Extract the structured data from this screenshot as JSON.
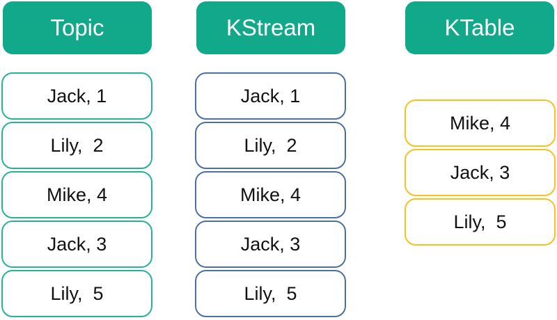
{
  "colors": {
    "header_bg": "#12a88a",
    "topic_border": "#26b19a",
    "kstream_border": "#4a6fa5",
    "ktable_border": "#f7c21c"
  },
  "columns": [
    {
      "id": "topic",
      "header": "Topic",
      "border_color": "#26b19a",
      "records": [
        "Jack, 1",
        "Lily,  2",
        "Mike, 4",
        "Jack, 3",
        "Lily,  5"
      ]
    },
    {
      "id": "kstream",
      "header": "KStream",
      "border_color": "#4a6fa5",
      "records": [
        "Jack, 1",
        "Lily,  2",
        "Mike, 4",
        "Jack, 3",
        "Lily,  5"
      ]
    },
    {
      "id": "ktable",
      "header": "KTable",
      "border_color": "#f7c21c",
      "records": [
        "Mike, 4",
        "Jack, 3",
        "Lily,  5"
      ]
    }
  ]
}
